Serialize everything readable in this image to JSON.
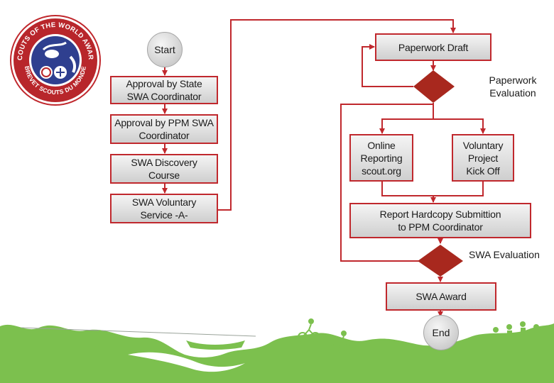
{
  "logo": {
    "outer_text": "SCOUTS OF THE WORLD AWARD",
    "inner_text": "BREVET SCOUTS DU MONDE"
  },
  "flow": {
    "start": "Start",
    "approval_state": "Approval by State\nSWA Coordinator",
    "approval_ppm": "Approval by PPM SWA\nCoordinator",
    "discovery": "SWA Discovery\nCourse",
    "voluntary_service": "SWA Voluntary\nService -A-",
    "paperwork_draft": "Paperwork Draft",
    "paperwork_evaluation": "Paperwork\nEvaluation",
    "online_reporting": "Online\nReporting\nscout.org",
    "voluntary_project": "Voluntary\nProject\nKick Off",
    "report_submission": "Report Hardcopy Submittion\nto PPM Coordinator",
    "swa_evaluation": "SWA Evaluation",
    "swa_award": "SWA Award",
    "end": "End"
  },
  "colors": {
    "accent": "#c0282d",
    "diamond": "#a8281e",
    "landscape": "#7cc04e"
  }
}
